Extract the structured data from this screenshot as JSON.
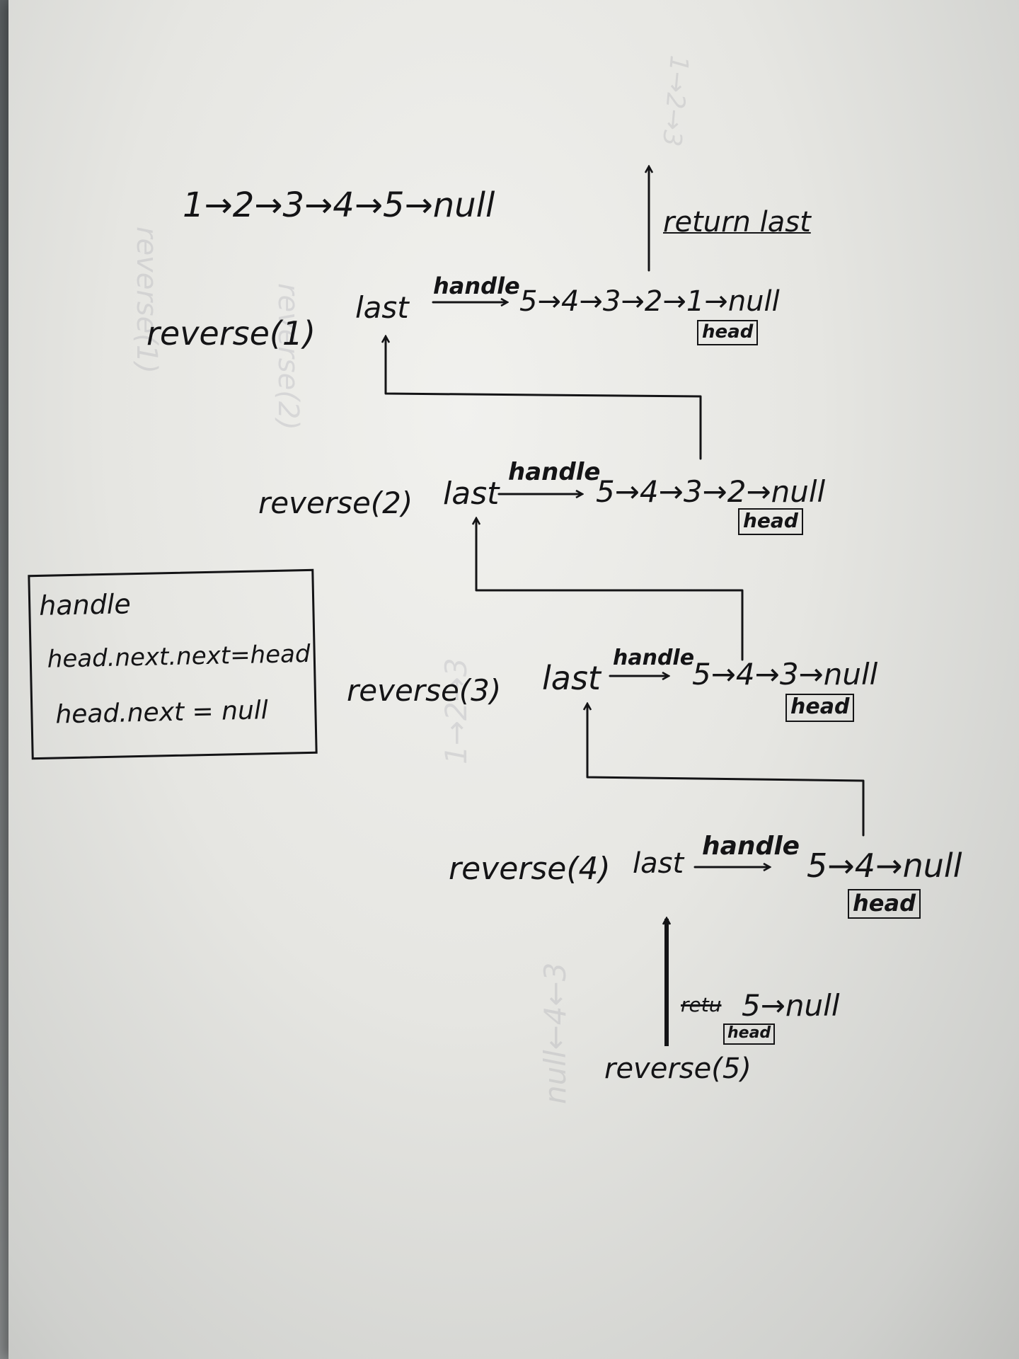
{
  "diagram": {
    "top_list": "1→2→3→4→5→null",
    "return_label": "return last",
    "rows": [
      {
        "call": "reverse(1)",
        "last": "last",
        "handle": "handle",
        "list": "5→4→3→2→1→null",
        "head": "head"
      },
      {
        "call": "reverse(2)",
        "last": "last",
        "handle": "handle",
        "list": "5→4→3→2→null",
        "head": "head"
      },
      {
        "call": "reverse(3)",
        "last": "last",
        "handle": "handle",
        "list": "5→4→3→null",
        "head": "head"
      },
      {
        "call": "reverse(4)",
        "last": "last",
        "handle": "handle",
        "list": "5→4→null",
        "head": "head"
      }
    ],
    "base": {
      "call": "reverse(5)",
      "struck": "retu",
      "list": "5→null",
      "head": "head"
    },
    "legend": {
      "title": "handle",
      "line1": "head.next.next=head",
      "line2": "head.next = null"
    }
  },
  "colors": {
    "ink": "#141416",
    "paper": "#e9e9e5",
    "background": "#5d6264"
  }
}
